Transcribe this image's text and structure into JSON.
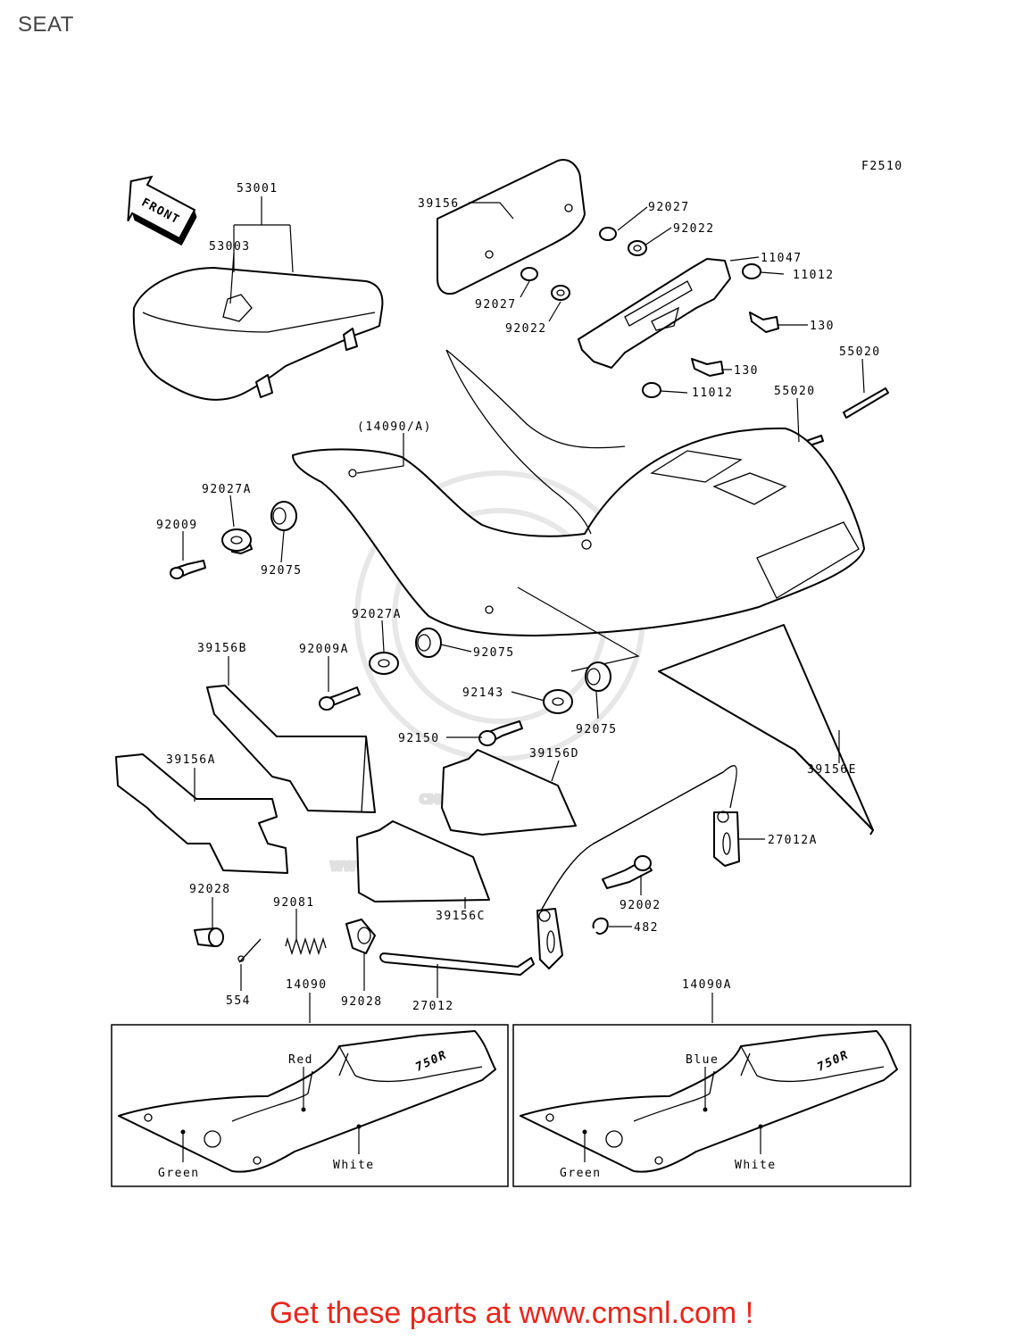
{
  "page": {
    "title": "SEAT"
  },
  "figure": {
    "code": "F2510",
    "front_label": "FRONT"
  },
  "watermark": {
    "brand": "CMS",
    "url": "WWW.CMSNL.COM"
  },
  "labels": {
    "p53001": "53001",
    "p53003": "53003",
    "p39156": "39156",
    "p92027_a": "92027",
    "p92022_a": "92022",
    "p11047": "11047",
    "p11012_a": "11012",
    "p92027_b": "92027",
    "p92022_b": "92022",
    "p130_a": "130",
    "p130_b": "130",
    "p11012_b": "11012",
    "p55020_a": "55020",
    "p55020_b": "55020",
    "p14090A_paren": "(14090/A)",
    "p92027A_a": "92027A",
    "p92009": "92009",
    "p92075_a": "92075",
    "p92027A_b": "92027A",
    "p92009A": "92009A",
    "p92075_b": "92075",
    "p39156B": "39156B",
    "p92143": "92143",
    "p92075_c": "92075",
    "p92150": "92150",
    "p39156D": "39156D",
    "p39156E": "39156E",
    "p39156A": "39156A",
    "p27012A": "27012A",
    "p92002": "92002",
    "p92028_a": "92028",
    "p92081": "92081",
    "p482": "482",
    "p39156C": "39156C",
    "p554": "554",
    "p92028_b": "92028",
    "p27012": "27012",
    "p14090": "14090",
    "p14090A": "14090A"
  },
  "insets": {
    "left": {
      "wire_top": "Red",
      "wire_left": "Green",
      "wire_right": "White",
      "badge": "750R"
    },
    "right": {
      "wire_top": "Blue",
      "wire_left": "Green",
      "wire_right": "White",
      "badge": "750R"
    }
  },
  "promo": {
    "text": "Get these parts at www.cmsnl.com !"
  }
}
